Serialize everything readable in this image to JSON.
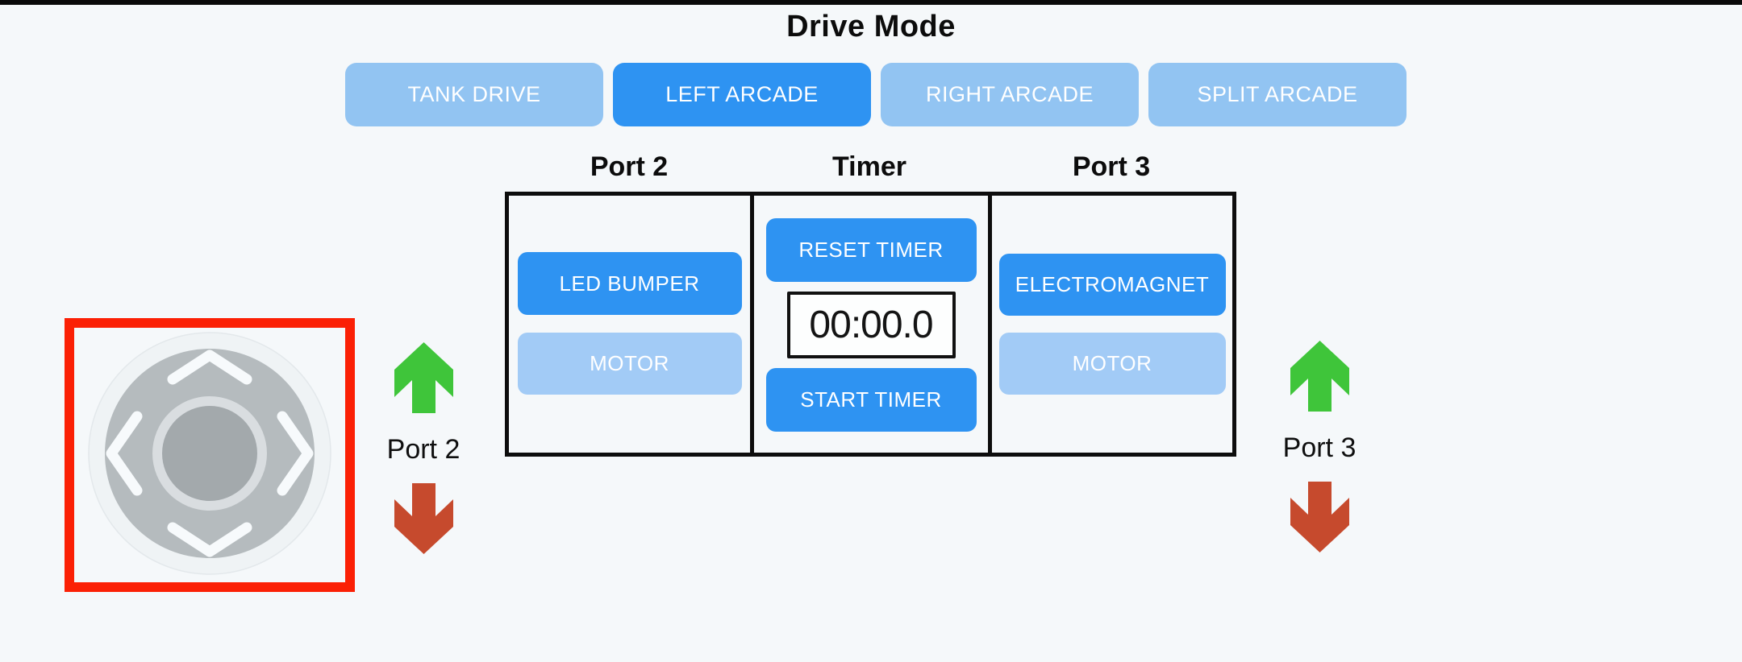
{
  "window": {
    "background": "#f5f8fa",
    "top_bar_color": "#0a0a0a"
  },
  "drive_mode": {
    "title": "Drive Mode",
    "buttons": [
      {
        "label": "TANK DRIVE"
      },
      {
        "label": "LEFT ARCADE"
      },
      {
        "label": "RIGHT ARCADE"
      },
      {
        "label": "SPLIT ARCADE"
      }
    ],
    "selected": "LEFT ARCADE"
  },
  "control_panel": {
    "port2": {
      "header": "Port 2",
      "buttons": [
        {
          "label": "LED BUMPER"
        },
        {
          "label": "MOTOR"
        }
      ]
    },
    "timer": {
      "header": "Timer",
      "reset_button": "RESET TIMER",
      "display_value": "00:00.0",
      "start_button": "START TIMER"
    },
    "port3": {
      "header": "Port 3",
      "buttons": [
        {
          "label": "ELECTROMAGNET"
        },
        {
          "label": "MOTOR"
        }
      ]
    }
  },
  "indicators": {
    "left": {
      "label": "Port 2"
    },
    "right": {
      "label": "Port 3"
    }
  },
  "colors": {
    "accent_blue": "#2e93f2",
    "inactive_blue": "#92c4f2",
    "light_blue": "#a2cbf6",
    "green_arrow": "#3fc53a",
    "red_arrow": "#c64a2d",
    "joystick_highlight": "#fb2005",
    "joystick_outer": "#eff3f5",
    "joystick_body": "#b5bbbe",
    "joystick_ring": "#d9dde0",
    "joystick_knob": "#a3a9ac",
    "chevron_white": "#f7fafc"
  }
}
